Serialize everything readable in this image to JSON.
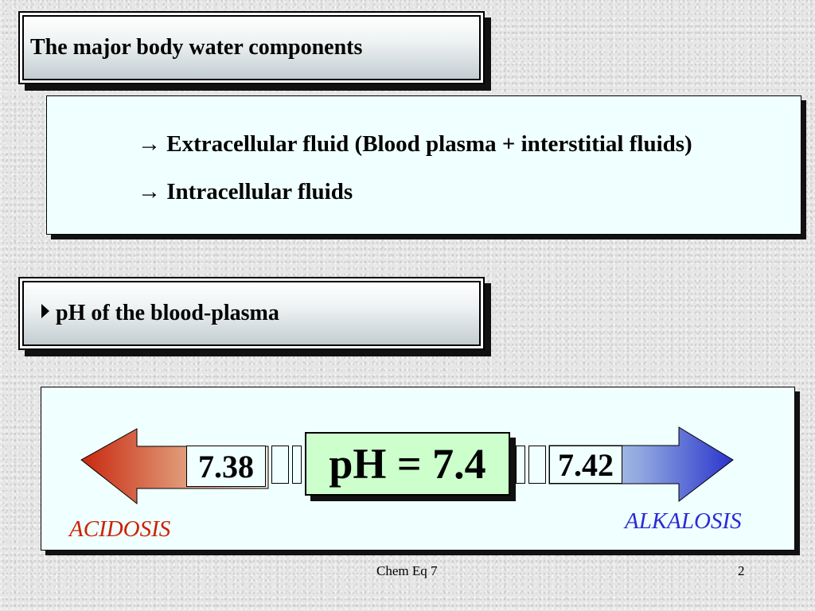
{
  "slide": {
    "title": "The major body water components",
    "bullets": [
      {
        "arrow": "→",
        "text": "Extracellular fluid (Blood plasma + interstitial fluids)"
      },
      {
        "arrow": "→",
        "text": "Intracellular fluids"
      }
    ],
    "subtitle": "pH of the blood-plasma",
    "acid_value": "7.38",
    "ph_value": "pH = 7.4",
    "base_value": "7.42",
    "acid_label": "ACIDOSIS",
    "base_label": "ALKALOSIS",
    "footer_center": "Chem Eq 7",
    "footer_page": "2"
  },
  "colors": {
    "acid": "#cc2200",
    "base": "#2b2bd6",
    "panel": "#f0ffff",
    "ph_box": "#ccffcc"
  }
}
